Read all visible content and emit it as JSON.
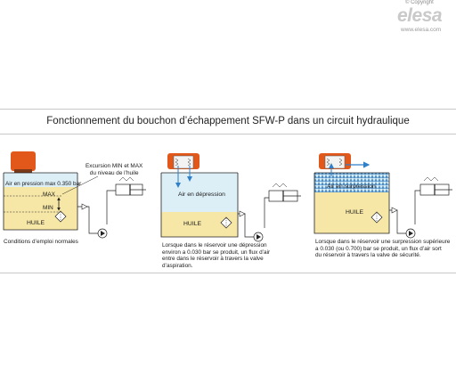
{
  "brand": {
    "copyright": "© Copyright",
    "name": "elesa",
    "url": "www.elesa.com"
  },
  "title": "Fonctionnement du bouchon d’échappement SFW-P dans un circuit hydraulique",
  "colors": {
    "oil": "#f6e7a6",
    "air": "#dceef6",
    "cap": "#e2581b",
    "arrow": "#2f7fc9",
    "line": "#222222"
  },
  "panels": [
    {
      "air_label": "Air en pression max 0.350 bar",
      "oil_label": "HUILE",
      "excursion_label": [
        "Excursion MIN et MAX",
        "du niveau de l’huile"
      ],
      "max_label": "MAX",
      "min_label": "MIN",
      "caption": [
        "Conditions d’emploi normales"
      ]
    },
    {
      "air_label": "Air en dépression",
      "oil_label": "HUILE",
      "caption": [
        "Lorsque dans le réservoir une dépression",
        "environ a 0.030 bar se produit, un flux d’air",
        "entre dans le réservoir à travers la valve",
        "d’aspiration."
      ]
    },
    {
      "air_label": "Air en surpression",
      "oil_label": "HUILE",
      "caption": [
        "Lorsque dans le réservoir une surpression supérieure",
        "a 0.030 (ou 0.700)  bar se produit, un flux d’air sort",
        "du réservoir à travers la valve de sécurité."
      ]
    }
  ]
}
